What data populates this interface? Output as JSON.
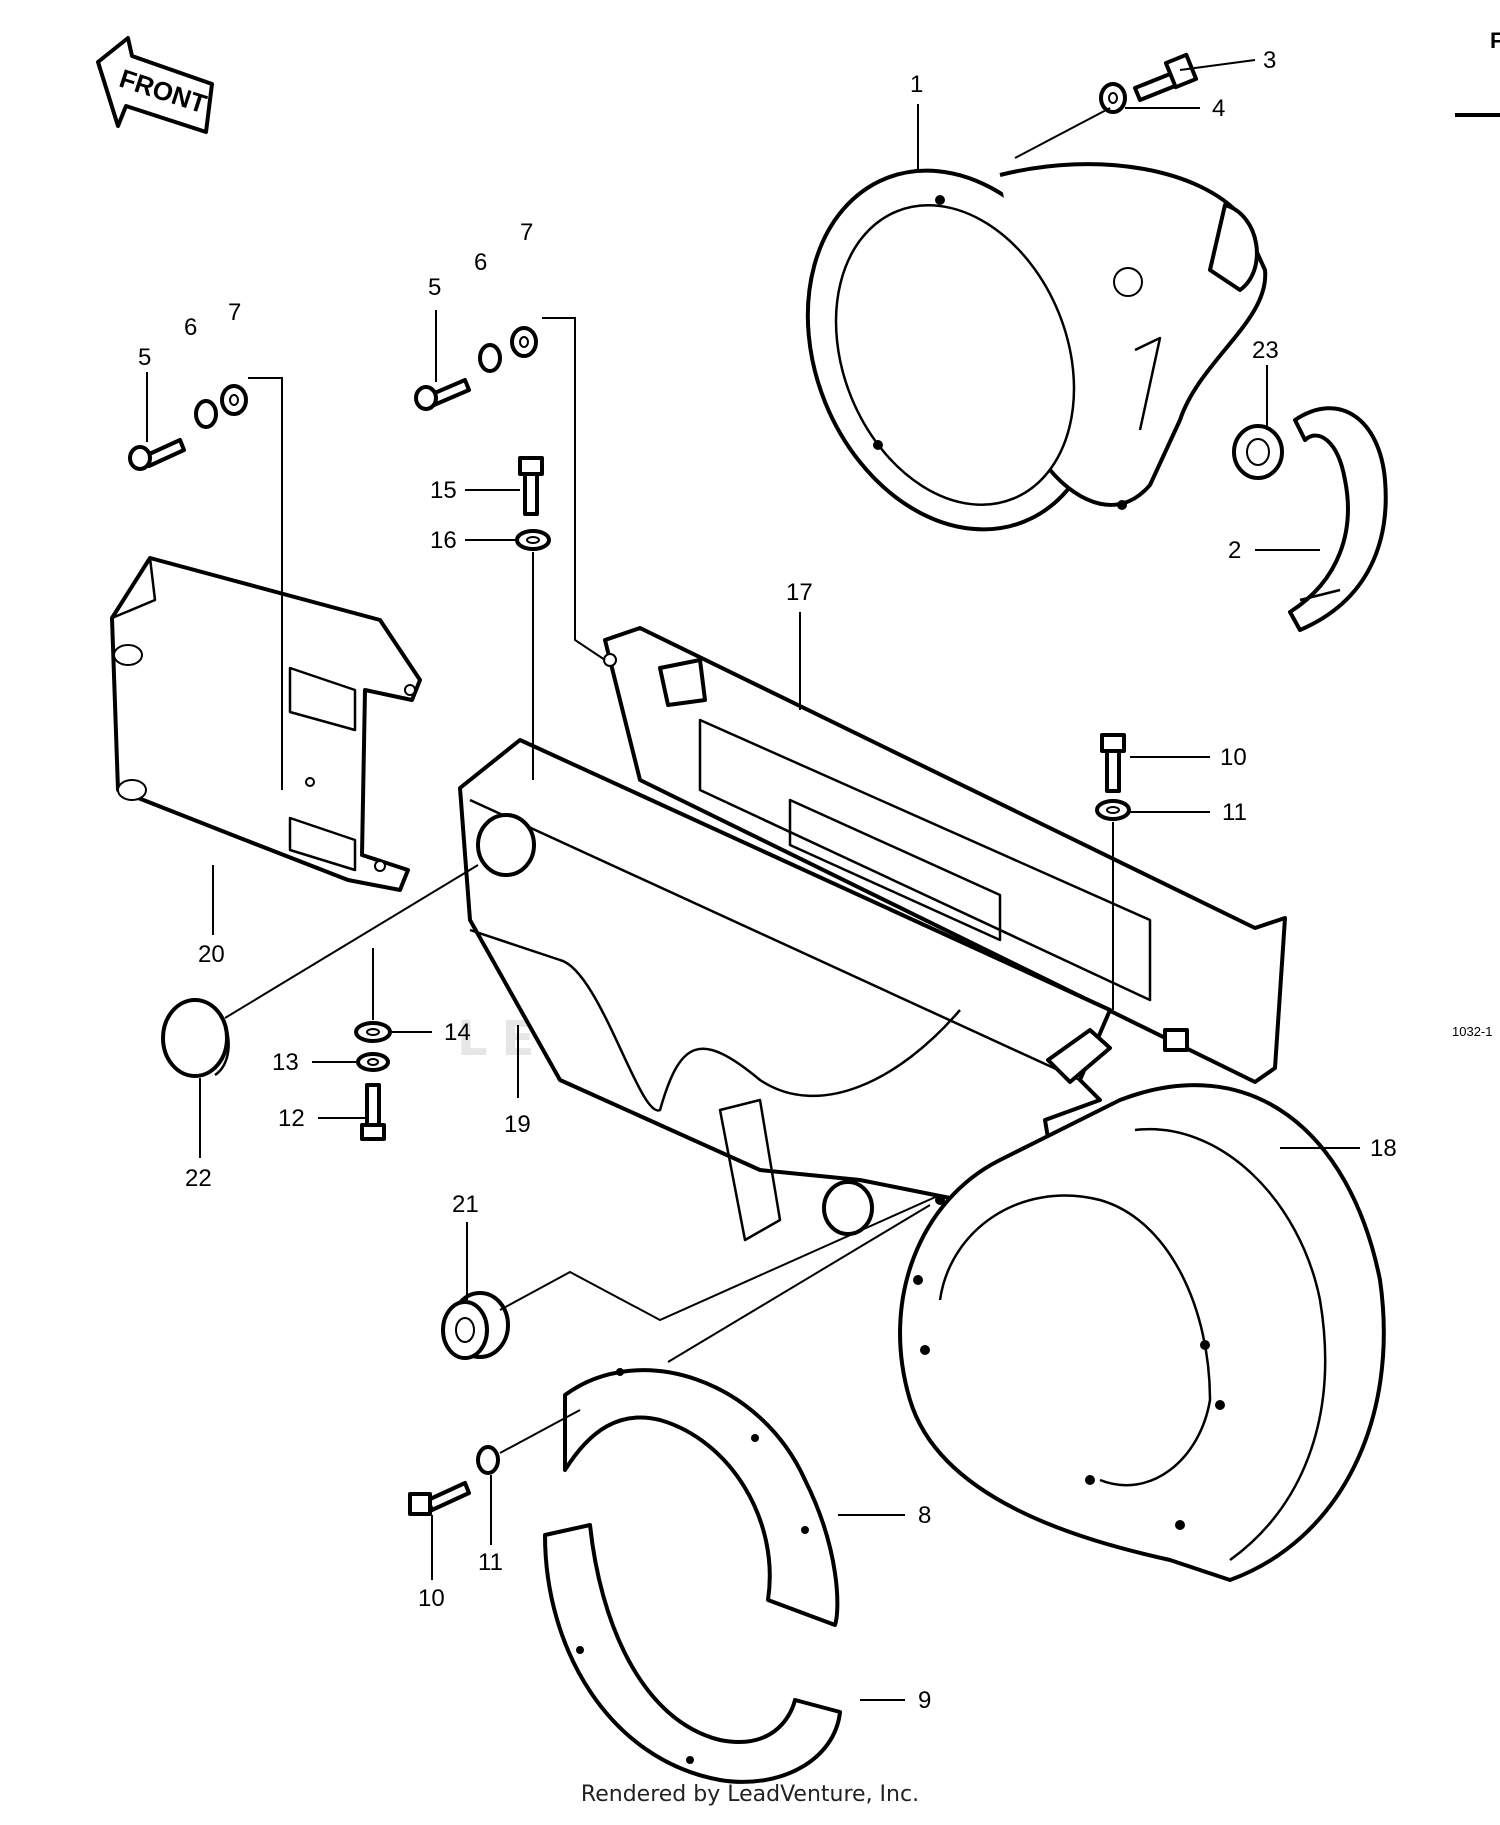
{
  "front_label": "FRONT",
  "footer": "Rendered by LeadVenture, Inc.",
  "ref_code": "1032-1",
  "corner_letter": "F",
  "watermark": "LEADVENTURE",
  "callouts": {
    "c1": "1",
    "c2": "2",
    "c3": "3",
    "c4": "4",
    "c5a": "5",
    "c6a": "6",
    "c7a": "7",
    "c5b": "5",
    "c6b": "6",
    "c7b": "7",
    "c8": "8",
    "c9": "9",
    "c10a": "10",
    "c11a": "11",
    "c10b": "10",
    "c11b": "11",
    "c12": "12",
    "c13": "13",
    "c14": "14",
    "c15": "15",
    "c16": "16",
    "c17": "17",
    "c18": "18",
    "c19": "19",
    "c20": "20",
    "c21": "21",
    "c22": "22",
    "c23": "23"
  }
}
